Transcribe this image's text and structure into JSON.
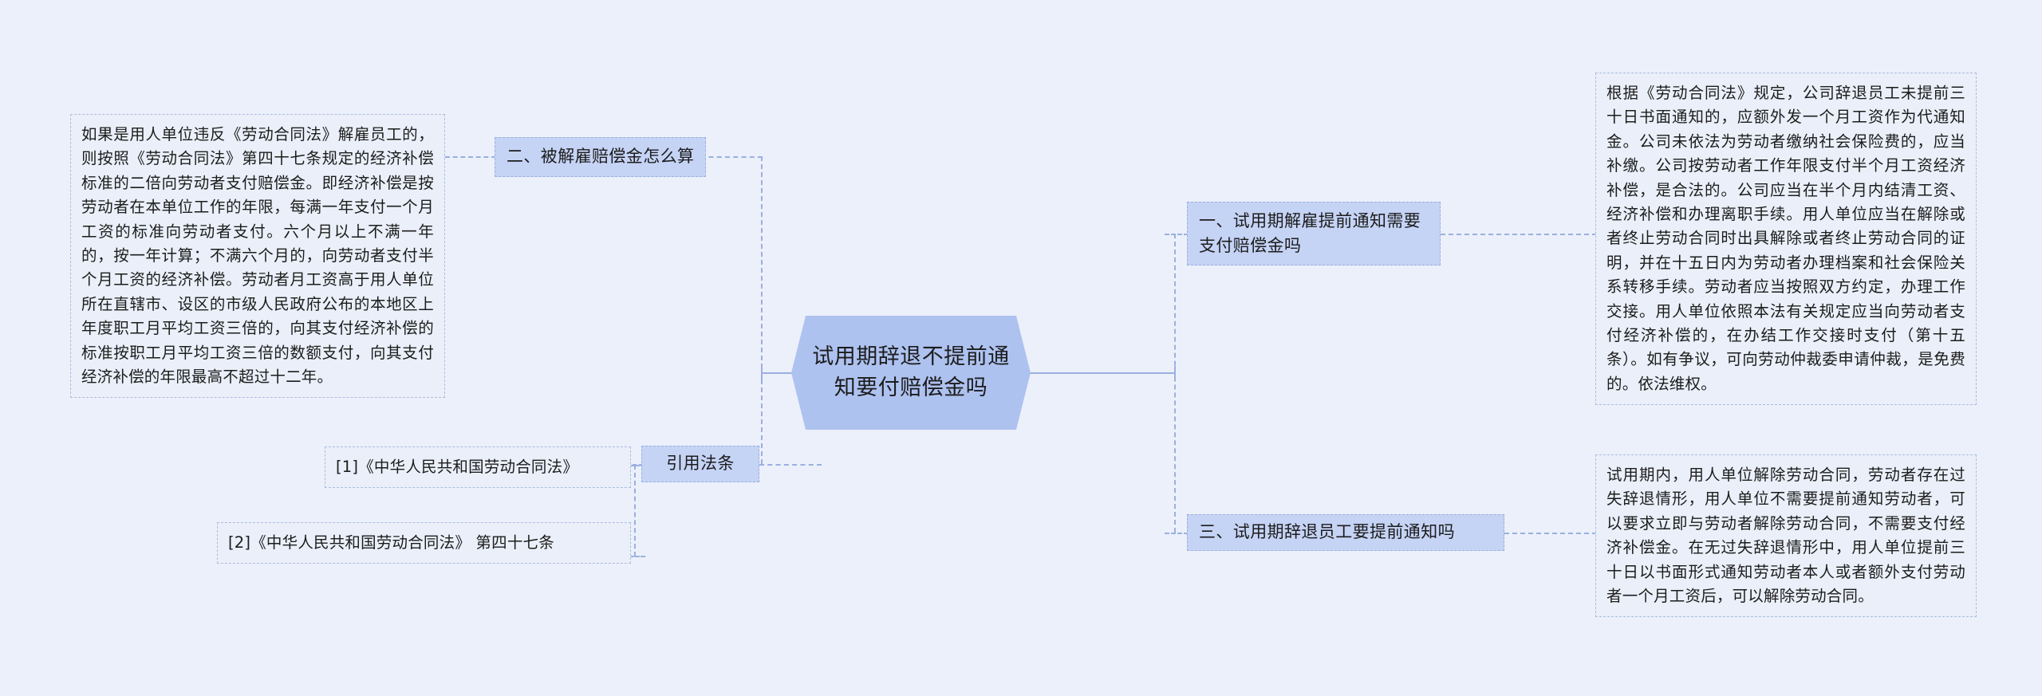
{
  "colors": {
    "background": "#ecf0fa",
    "center_fill": "#aec2f0",
    "branch_fill": "#c5d3f5",
    "leaf_fill": "#eaeff9",
    "line": "#9ab0df",
    "text": "#1c1c1c"
  },
  "center": {
    "title": "试用期辞退不提前通知要付赔偿金吗"
  },
  "branches": {
    "left": [
      {
        "id": "b2",
        "label": "二、被解雇赔偿金怎么算"
      },
      {
        "id": "bq",
        "label": "引用法条"
      }
    ],
    "right": [
      {
        "id": "b1",
        "label": "一、试用期解雇提前通知需要支付赔偿金吗"
      },
      {
        "id": "b3",
        "label": "三、试用期辞退员工要提前通知吗"
      }
    ]
  },
  "leaves": {
    "left_answer": "如果是用人单位违反《劳动合同法》解雇员工的，则按照《劳动合同法》第四十七条规定的经济补偿标准的二倍向劳动者支付赔偿金。即经济补偿是按劳动者在本单位工作的年限，每满一年支付一个月工资的标准向劳动者支付。六个月以上不满一年的，按一年计算；不满六个月的，向劳动者支付半个月工资的经济补偿。劳动者月工资高于用人单位所在直辖市、设区的市级人民政府公布的本地区上年度职工月平均工资三倍的，向其支付经济补偿的标准按职工月平均工资三倍的数额支付，向其支付经济补偿的年限最高不超过十二年。",
    "citation_1": "[1]《中华人民共和国劳动合同法》",
    "citation_2": "[2]《中华人民共和国劳动合同法》 第四十七条",
    "right_answer_1": "根据《劳动合同法》规定，公司辞退员工未提前三十日书面通知的，应额外发一个月工资作为代通知金。公司未依法为劳动者缴纳社会保险费的，应当补缴。公司按劳动者工作年限支付半个月工资经济补偿，是合法的。公司应当在半个月内结清工资、经济补偿和办理离职手续。用人单位应当在解除或者终止劳动合同时出具解除或者终止劳动合同的证明，并在十五日内为劳动者办理档案和社会保险关系转移手续。劳动者应当按照双方约定，办理工作交接。用人单位依照本法有关规定应当向劳动者支付经济补偿的，在办结工作交接时支付（第十五条）。如有争议，可向劳动仲裁委申请仲裁，是免费的。依法维权。",
    "right_answer_3": "试用期内，用人单位解除劳动合同，劳动者存在过失辞退情形，用人单位不需要提前通知劳动者，可以要求立即与劳动者解除劳动合同，不需要支付经济补偿金。在无过失辞退情形中，用人单位提前三十日以书面形式通知劳动者本人或者额外支付劳动者一个月工资后，可以解除劳动合同。"
  }
}
